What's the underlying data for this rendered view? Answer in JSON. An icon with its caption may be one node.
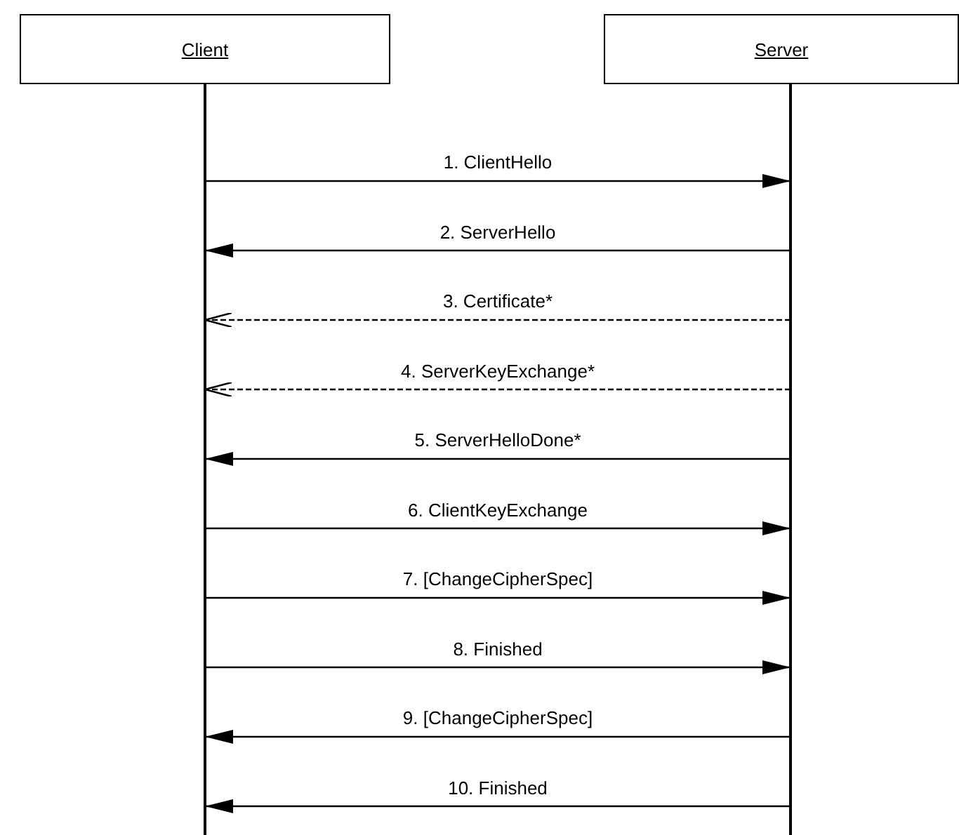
{
  "diagram": {
    "nodes": [
      {
        "text": [
          "Client"
        ]
      },
      {
        "text": [
          "Server"
        ]
      }
    ],
    "edges": [
      {
        "from": 0,
        "to": 1,
        "label": "1. ClientHello",
        "arrow": "to"
      },
      {
        "from": 1,
        "to": 0,
        "label": "2. ServerHello",
        "arrow": "to"
      },
      {
        "from": 1,
        "to": 0,
        "label": "3. Certificate*",
        "arrow": "to",
        "style": "dashed"
      },
      {
        "from": 1,
        "to": 0,
        "label": "4. ServerKeyExchange*",
        "arrow": "to",
        "style": "dashed"
      },
      {
        "from": 1,
        "to": 0,
        "label": "5. ServerHelloDone*",
        "arrow": "to"
      },
      {
        "from": 0,
        "to": 1,
        "label": "6. ClientKeyExchange",
        "arrow": "to"
      },
      {
        "from": 0,
        "to": 1,
        "label": "7. [ChangeCipherSpec]",
        "arrow": "to"
      },
      {
        "from": 0,
        "to": 1,
        "label": "8. Finished",
        "arrow": "to"
      },
      {
        "from": 1,
        "to": 0,
        "label": "9. [ChangeCipherSpec]",
        "arrow": "to"
      },
      {
        "from": 1,
        "to": 0,
        "label": "10. Finished",
        "arrow": "to"
      }
    ]
  }
}
